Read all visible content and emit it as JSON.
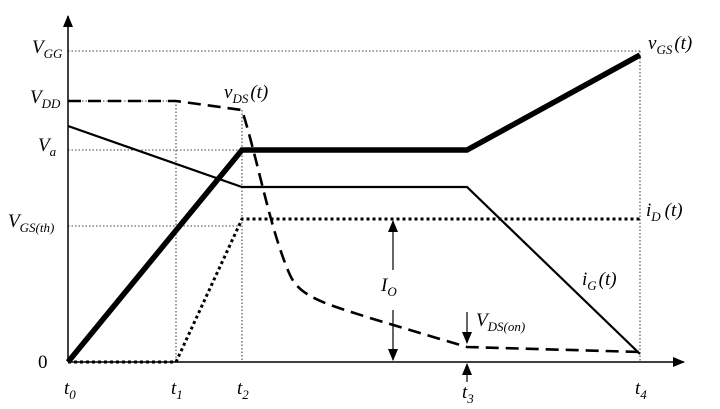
{
  "diagram": {
    "y_axis_labels": {
      "vgg": {
        "main": "V",
        "sub": "GG"
      },
      "vdd": {
        "main": "V",
        "sub": "DD"
      },
      "va": {
        "main": "V",
        "sub": "a"
      },
      "vgsth": {
        "main": "V",
        "sub": "GS(th)"
      },
      "zero": "0"
    },
    "x_axis_labels": {
      "t0": {
        "main": "t",
        "sub": "0"
      },
      "t1": {
        "main": "t",
        "sub": "1"
      },
      "t2": {
        "main": "t",
        "sub": "2"
      },
      "t3": {
        "main": "t",
        "sub": "3"
      },
      "t4": {
        "main": "t",
        "sub": "4"
      }
    },
    "curve_labels": {
      "vgs": {
        "main": "v",
        "sub": "GS",
        "arg": "(t)"
      },
      "vds": {
        "main": "v",
        "sub": "DS",
        "arg": "(t)"
      },
      "id": {
        "main": "i",
        "sub": "D",
        "arg": "(t)"
      },
      "ig": {
        "main": "i",
        "sub": "G",
        "arg": "(t)"
      }
    },
    "annotations": {
      "io": {
        "main": "I",
        "sub": "O"
      },
      "vdson": {
        "main": "V",
        "sub": "DS(on)"
      }
    }
  }
}
